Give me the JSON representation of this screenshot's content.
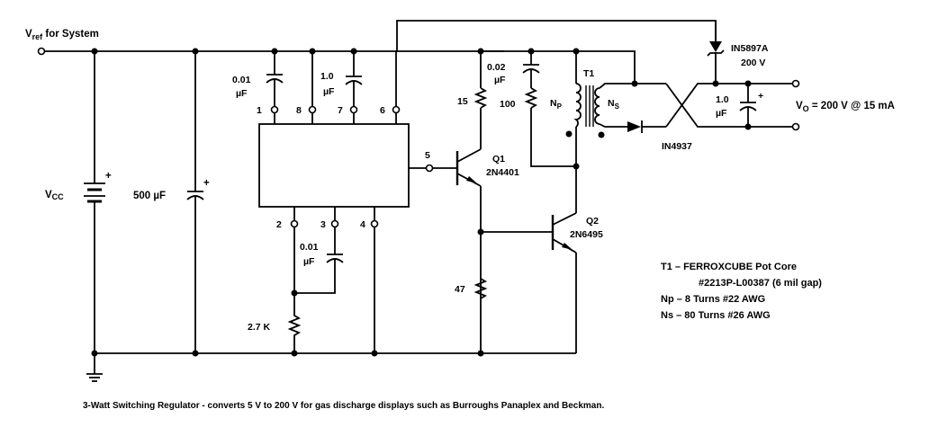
{
  "title": "3-Watt Switching Regulator Schematic",
  "caption": "3-Watt Switching Regulator - converts 5 V to 200 V for gas discharge displays such as Burroughs Panaplex and Beckman.",
  "inputs": {
    "vref": {
      "main": "V",
      "sub": "ref",
      "rest": " for System"
    },
    "vcc": {
      "main": "V",
      "sub": "CC"
    }
  },
  "output": {
    "main": "V",
    "sub": "O",
    "rest": " = 200 V @ 15 mA"
  },
  "components": {
    "c_bulk": {
      "value": "500 µF",
      "plus": "+"
    },
    "c_pin1": {
      "value1": "0.01",
      "value2": "µF"
    },
    "c_pin7": {
      "value1": "1.0",
      "value2": "µF"
    },
    "c_pin3": {
      "value1": "0.01",
      "value2": "µF"
    },
    "c_snub": {
      "value1": "0.02",
      "value2": "µF"
    },
    "c_out": {
      "value1": "1.0",
      "value2": "µF",
      "plus": "+"
    },
    "r15": {
      "value": "15"
    },
    "r100": {
      "value": "100"
    },
    "r47": {
      "value": "47"
    },
    "r27k": {
      "value": "2.7 K"
    },
    "q1": {
      "ref": "Q1",
      "part": "2N4401"
    },
    "q2": {
      "ref": "Q2",
      "part": "2N6495"
    },
    "t1": {
      "ref": "T1",
      "np_main": "N",
      "np_sub": "P",
      "ns_main": "N",
      "ns_sub": "S"
    },
    "zener": {
      "part": "IN5897A",
      "rating": "200 V"
    },
    "diode": {
      "part": "IN4937"
    },
    "battery_plus": "+"
  },
  "ic_pins": {
    "p1": "1",
    "p8": "8",
    "p7": "7",
    "p6": "6",
    "p5": "5",
    "p2": "2",
    "p3": "3",
    "p4": "4"
  },
  "notes": [
    "T1 – FERROXCUBE Pot Core",
    "#2213P-L00387 (6 mil gap)",
    "Np – 8 Turns #22 AWG",
    "Ns – 80 Turns #26 AWG"
  ]
}
